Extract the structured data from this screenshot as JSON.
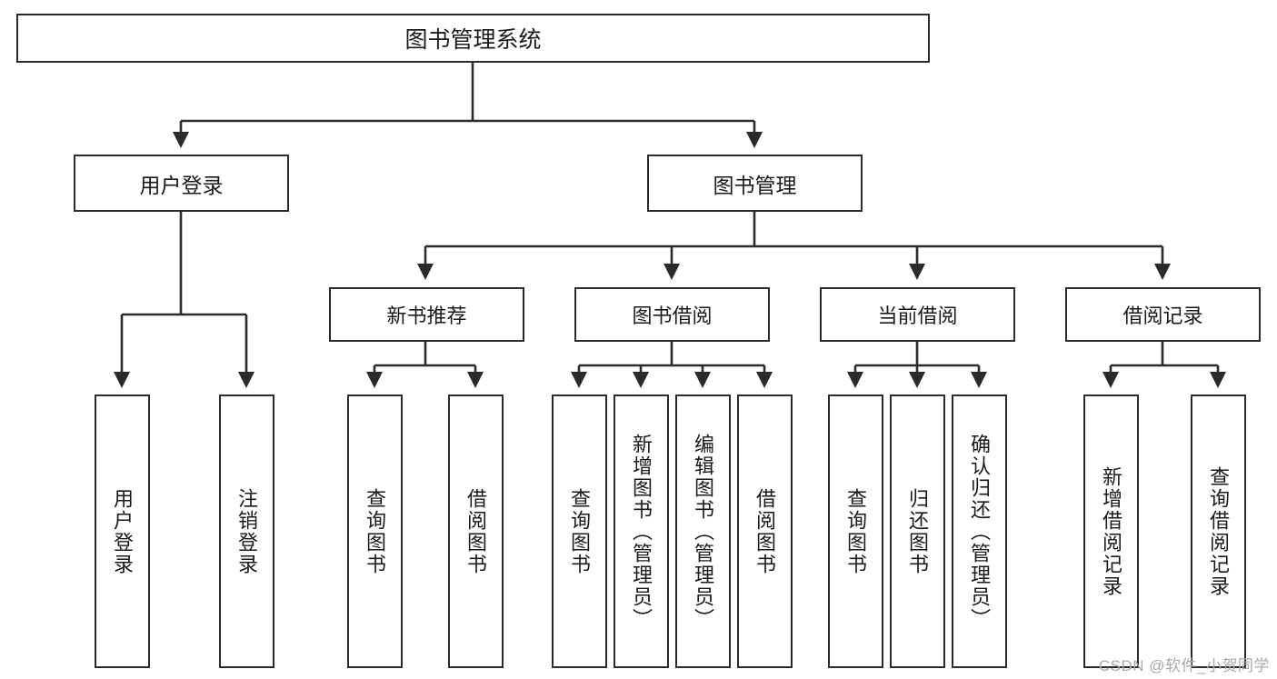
{
  "diagram": {
    "title": "图书管理系统",
    "type": "tree-hierarchy",
    "watermark": "CSDN @软件_小贺同学",
    "colors": {
      "stroke": "#2b2b2b",
      "fill": "#ffffff",
      "text": "#1a1a1a",
      "watermark": "#a8a8a8"
    },
    "nodes": {
      "root": {
        "label": "图书管理系统"
      },
      "level1": [
        {
          "id": "user-login",
          "label": "用户登录"
        },
        {
          "id": "book-manage",
          "label": "图书管理"
        }
      ],
      "level2": [
        {
          "id": "new-book-rec",
          "label": "新书推荐"
        },
        {
          "id": "book-borrow",
          "label": "图书借阅"
        },
        {
          "id": "current-borrow",
          "label": "当前借阅"
        },
        {
          "id": "borrow-record",
          "label": "借阅记录"
        }
      ],
      "leaves": [
        {
          "id": "leaf-user-login",
          "label": "用户登录",
          "parent": "user-login"
        },
        {
          "id": "leaf-logout",
          "label": "注销登录",
          "parent": "user-login"
        },
        {
          "id": "leaf-query-book-1",
          "label": "查询图书",
          "parent": "new-book-rec"
        },
        {
          "id": "leaf-borrow-book-1",
          "label": "借阅图书",
          "parent": "new-book-rec"
        },
        {
          "id": "leaf-query-book-2",
          "label": "查询图书",
          "parent": "book-borrow"
        },
        {
          "id": "leaf-add-book",
          "label": "新增图书（管理员）",
          "parent": "book-borrow"
        },
        {
          "id": "leaf-edit-book",
          "label": "编辑图书（管理员）",
          "parent": "book-borrow"
        },
        {
          "id": "leaf-borrow-book-2",
          "label": "借阅图书",
          "parent": "book-borrow"
        },
        {
          "id": "leaf-query-book-3",
          "label": "查询图书",
          "parent": "current-borrow"
        },
        {
          "id": "leaf-return-book",
          "label": "归还图书",
          "parent": "current-borrow"
        },
        {
          "id": "leaf-confirm-return",
          "label": "确认归还（管理员）",
          "parent": "current-borrow"
        },
        {
          "id": "leaf-add-record",
          "label": "新增借阅记录",
          "parent": "borrow-record"
        },
        {
          "id": "leaf-query-record",
          "label": "查询借阅记录",
          "parent": "borrow-record"
        }
      ]
    }
  }
}
